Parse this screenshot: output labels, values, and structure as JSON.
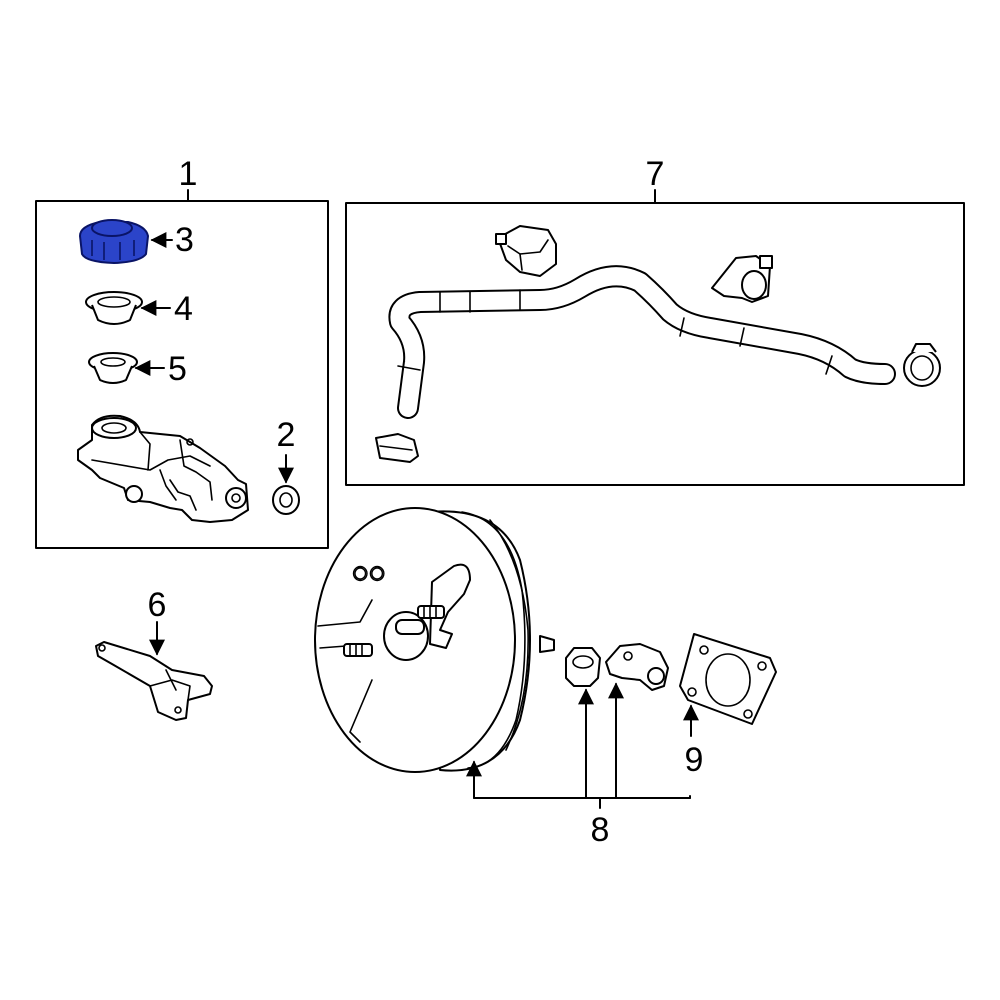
{
  "callouts": {
    "c1": "1",
    "c2": "2",
    "c3": "3",
    "c4": "4",
    "c5": "5",
    "c6": "6",
    "c7": "7",
    "c8": "8",
    "c9": "9"
  },
  "colors": {
    "highlight": "#2b44c9",
    "line": "#000000",
    "background": "#ffffff"
  }
}
